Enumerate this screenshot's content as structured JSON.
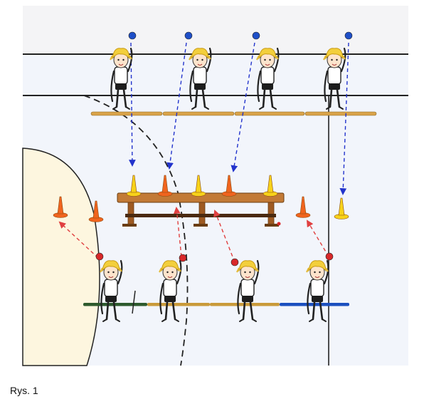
{
  "figure": {
    "caption": "Rys. 1"
  },
  "colors": {
    "court_bg": "#f2f5fb",
    "upper_strip": "#f4f4f6",
    "zone": "#fdf6df",
    "court_lines": "#222222",
    "blue_ball": "#1e4fc8",
    "red_ball": "#d8282a",
    "cone_yellow": "#f7d21a",
    "cone_orange": "#f0641e",
    "bench_wood": "#c27a36",
    "blue_arrow": "#2233cc",
    "red_arrow": "#e04040",
    "hair": "#f3cf3c",
    "bar_green": "#2d5a2d",
    "bar_gold": "#c99a3a",
    "bar_blue": "#1b4fbf"
  },
  "icons": {
    "player": "child-athlete-icon",
    "cone": "training-cone-icon",
    "bench": "gym-bench-icon",
    "ball": "ball-icon"
  },
  "players_top_count": 4,
  "players_bottom_count": 4,
  "cones_on_bench": [
    "yellow",
    "orange",
    "yellow",
    "orange",
    "yellow"
  ],
  "cones_floor": [
    "orange",
    "orange",
    "orange",
    "yellow"
  ]
}
